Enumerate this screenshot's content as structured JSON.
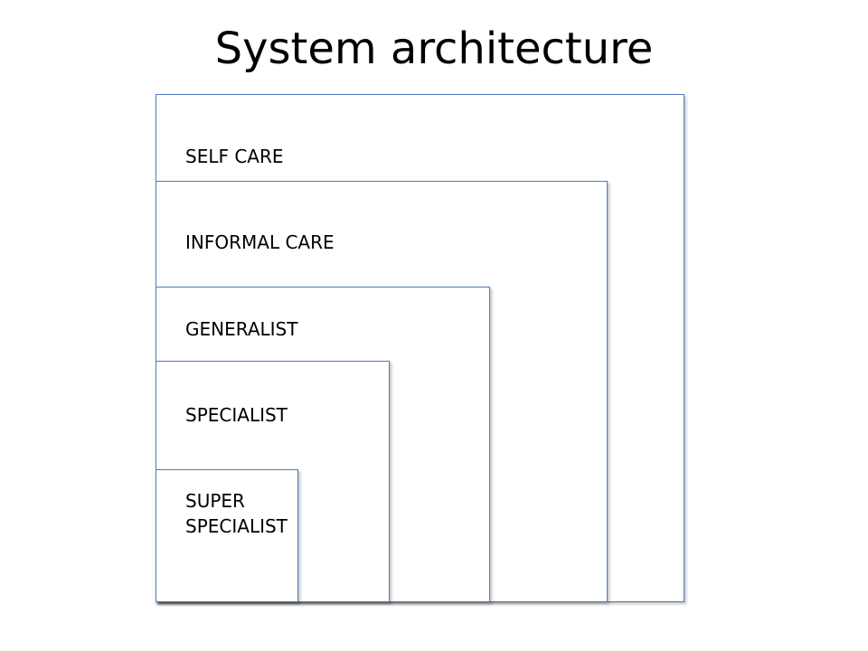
{
  "title": "System architecture",
  "levels": [
    {
      "label": "SELF CARE"
    },
    {
      "label": "INFORMAL CARE"
    },
    {
      "label": "GENERALIST"
    },
    {
      "label": "SPECIALIST"
    },
    {
      "label": "SUPER\nSPECIALIST"
    }
  ],
  "colors": {
    "border": "#4f7ac6",
    "text": "#000000",
    "background": "#ffffff"
  }
}
